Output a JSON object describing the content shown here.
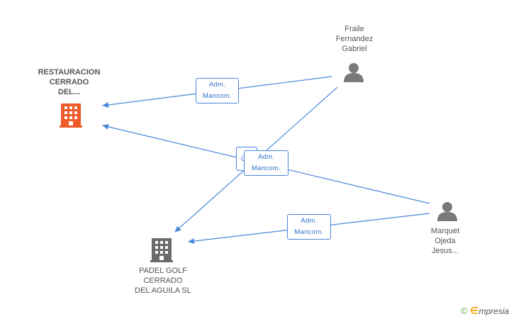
{
  "colors": {
    "edge": "#4a86d8",
    "company_main": "#f05a28",
    "company_other": "#6b6b6b",
    "person": "#7a7a7a"
  },
  "nodes": {
    "restauracion": {
      "lines": [
        "RESTAURACION",
        "CERRADO",
        "DEL..."
      ],
      "icon": "building-icon",
      "type": "company"
    },
    "padel": {
      "lines": [
        "PADEL GOLF",
        "CERRADO",
        "DEL AGUILA SL"
      ],
      "icon": "building-icon",
      "type": "company"
    },
    "fraile": {
      "lines": [
        "Fraile",
        "Fernandez",
        "Gabriel"
      ],
      "icon": "person-icon",
      "type": "person"
    },
    "marquet": {
      "lines": [
        "Marquet",
        "Ojeda",
        "Jesus..."
      ],
      "icon": "person-icon",
      "type": "person"
    }
  },
  "edges": [
    {
      "from": "fraile",
      "to": "restauracion",
      "label": [
        "Adm.",
        "Mancom."
      ]
    },
    {
      "from": "fraile",
      "to": "padel",
      "label": [
        "Ú",
        ""
      ]
    },
    {
      "from": "marquet",
      "to": "restauracion",
      "label": [
        "Adm.",
        "Mancom."
      ]
    },
    {
      "from": "marquet",
      "to": "padel",
      "label": [
        "Adm.",
        "Mancom."
      ]
    }
  ],
  "brand": {
    "copyright": "©",
    "e": "∈",
    "rest": "mpresia"
  }
}
